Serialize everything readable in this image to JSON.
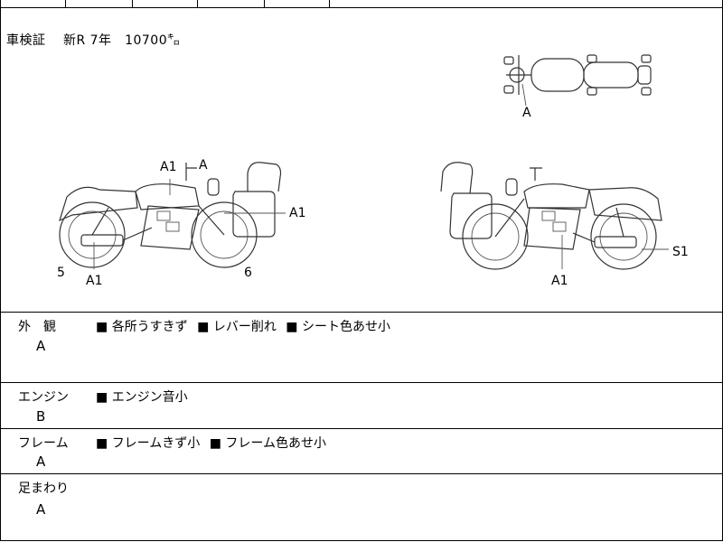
{
  "inspection": {
    "label": "車検証",
    "year_prefix": "新R",
    "year": "7年",
    "mileage": "10700㌔"
  },
  "diagram": {
    "callouts": {
      "top_a": "A",
      "left_a1_top": "A1",
      "left_a_handle": "A",
      "left_a1_right": "A1",
      "left_5": "5",
      "left_a1_bottom": "A1",
      "left_6": "6",
      "right_s1": "S1",
      "right_a1_bottom": "A1"
    }
  },
  "sections": [
    {
      "title": "外　観",
      "grade": "A",
      "notes": [
        "各所うすきず",
        "レバー削れ",
        "シート色あせ小"
      ]
    },
    {
      "title": "エンジン",
      "grade": "B",
      "notes": [
        "エンジン音小"
      ]
    },
    {
      "title": "フレーム",
      "grade": "A",
      "notes": [
        "フレームきず小",
        "フレーム色あせ小"
      ]
    },
    {
      "title": "足まわり",
      "grade": "A",
      "notes": []
    }
  ]
}
